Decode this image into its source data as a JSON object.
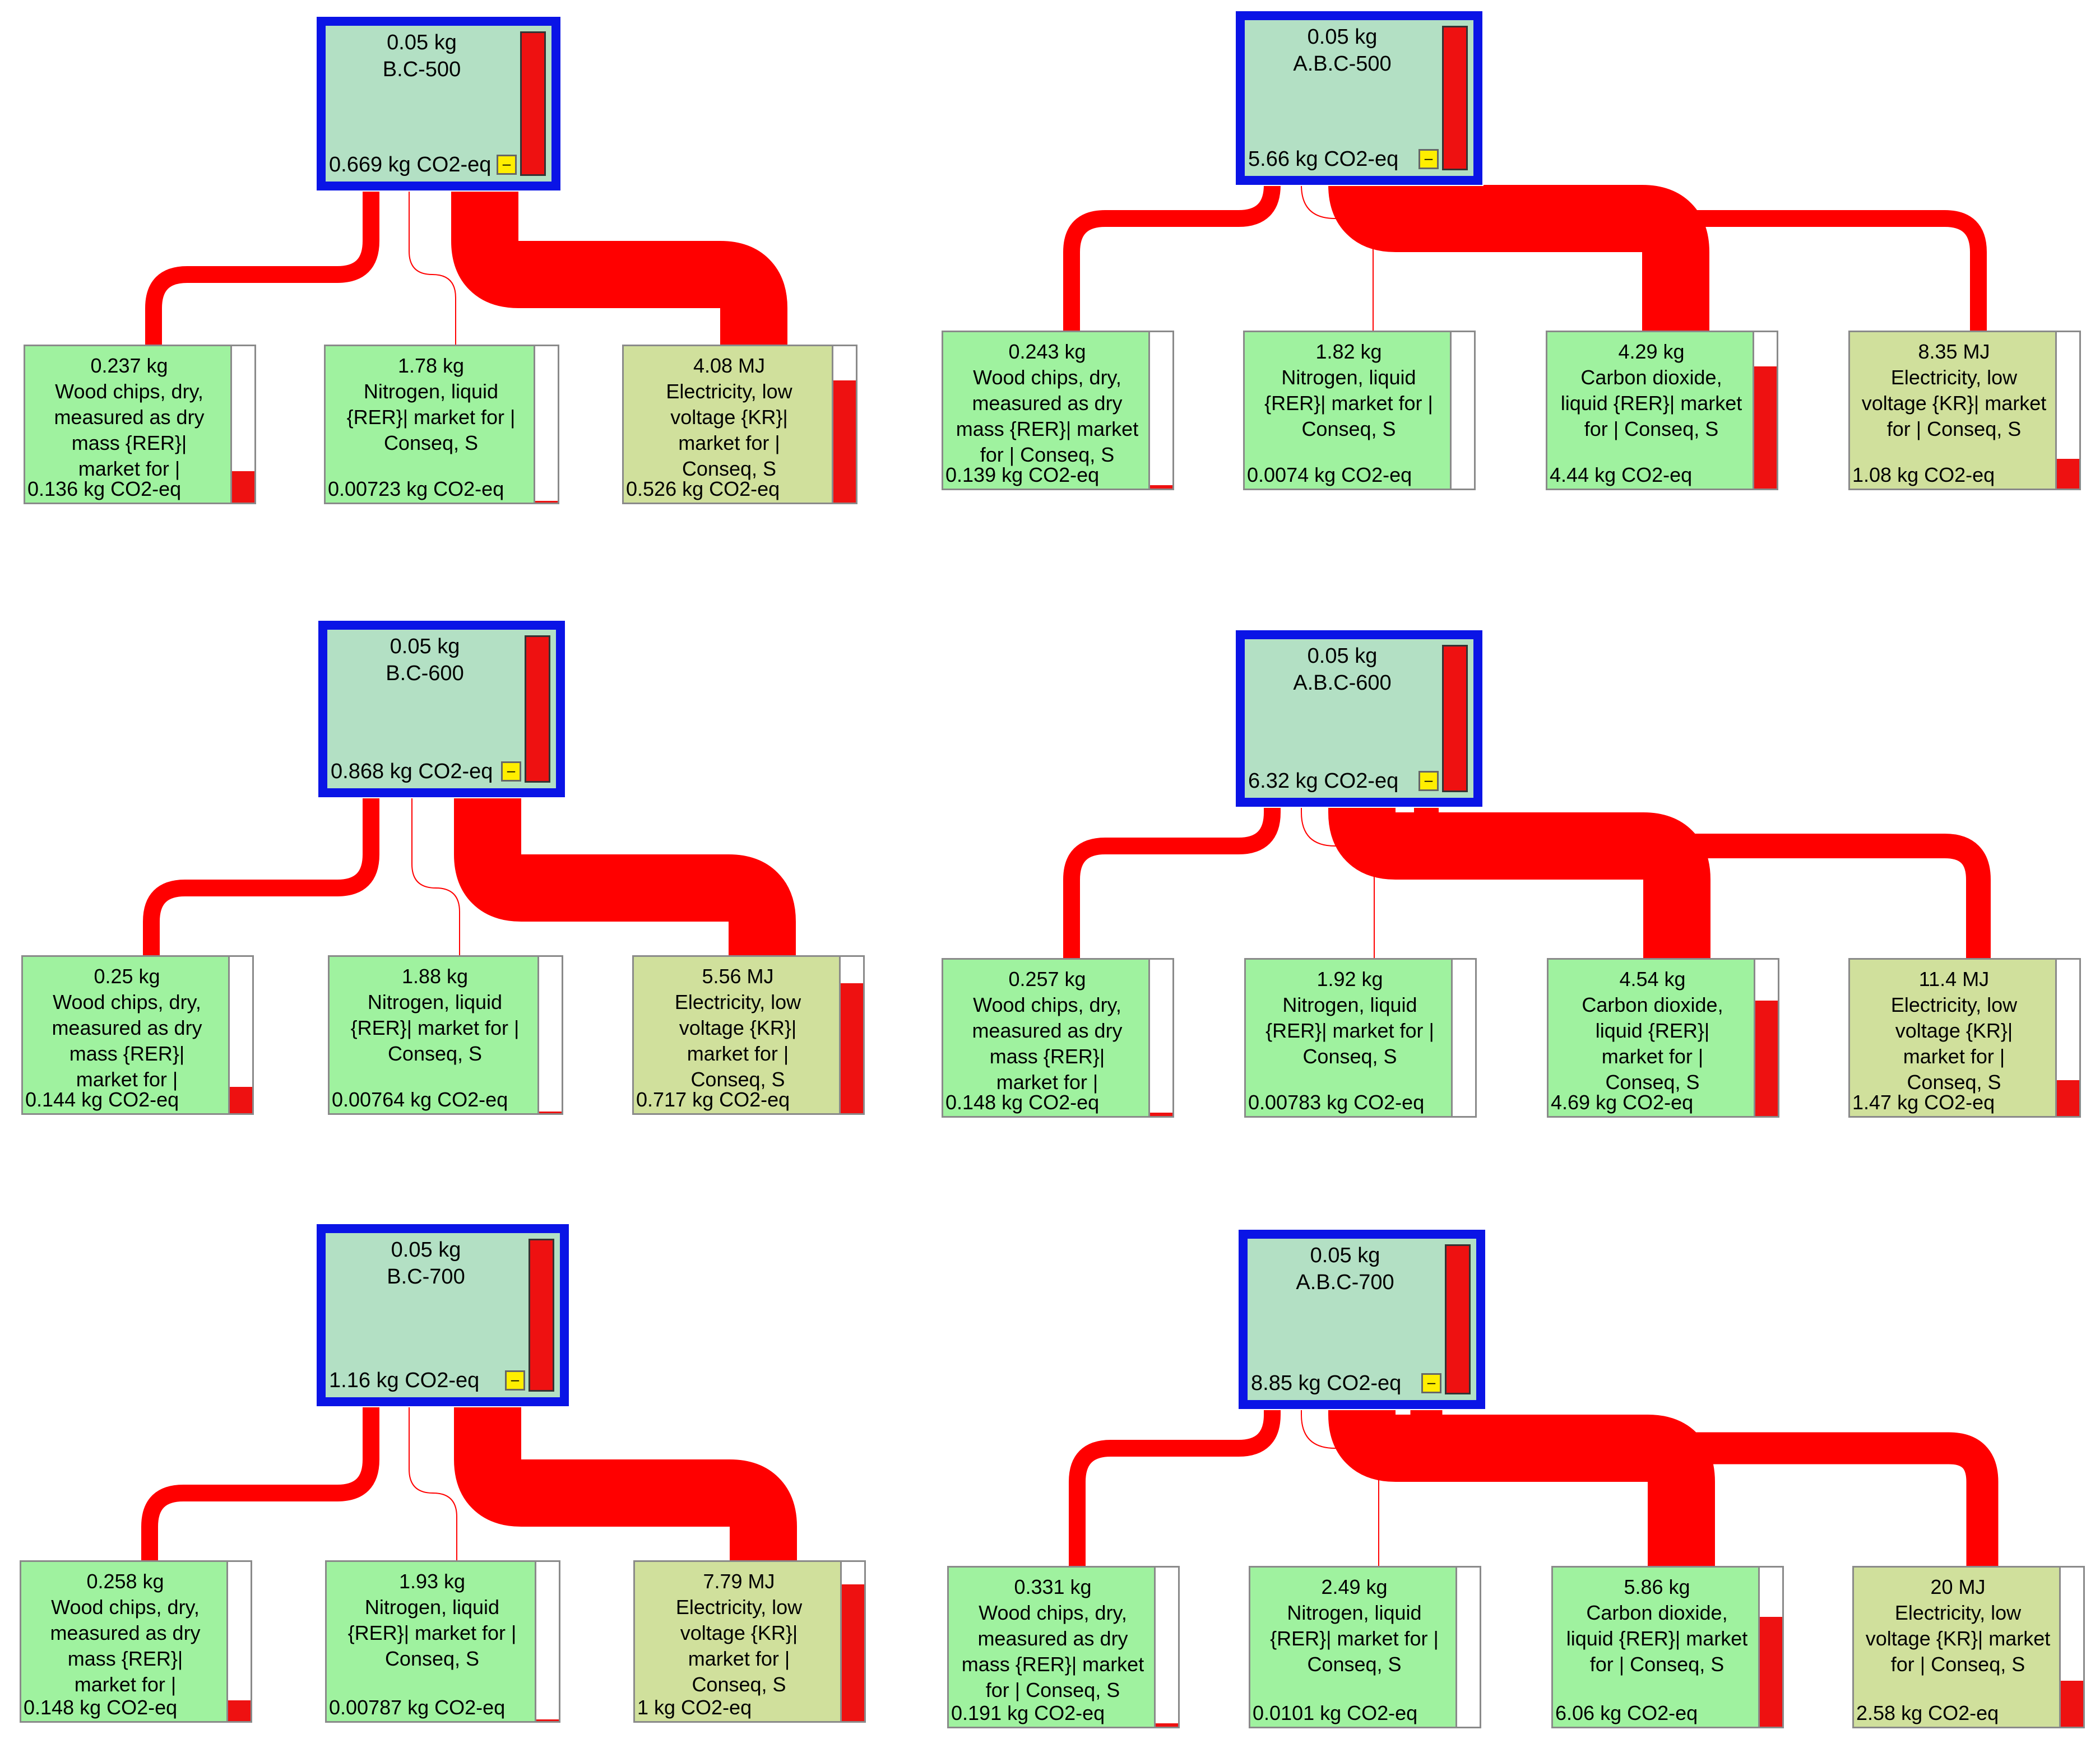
{
  "flow_color": "#ff0000",
  "node_colors": {
    "root_fill": "#b3e0c4",
    "root_border": "#0a14e6",
    "input_fill": "#9ff29f",
    "electricity_fill": "#d0e09c",
    "bar": "#ee1111"
  },
  "icons": {
    "collapse_icon": "minus-icon"
  },
  "trees": [
    {
      "root": {
        "amount": "0.05 kg",
        "name": "B.C-500",
        "impact": "0.669 kg CO2-eq",
        "bar": 1.0,
        "collapse_symbol": "–"
      },
      "children": [
        {
          "amount": "0.237 kg",
          "name": "Wood chips, dry,\nmeasured as dry\nmass {RER}|\nmarket for |",
          "impact": "0.136 kg CO2-eq",
          "bar": 0.2,
          "kind": "green"
        },
        {
          "amount": "1.78 kg",
          "name": "Nitrogen, liquid\n{RER}| market for |\nConseq, S",
          "impact": "0.00723 kg CO2-eq",
          "bar": 0.01,
          "kind": "green"
        },
        {
          "amount": "4.08 MJ",
          "name": "Electricity, low\nvoltage {KR}|\nmarket for |\nConseq, S",
          "impact": "0.526 kg CO2-eq",
          "bar": 0.78,
          "kind": "olive"
        }
      ]
    },
    {
      "root": {
        "amount": "0.05 kg",
        "name": "A.B.C-500",
        "impact": "5.66 kg CO2-eq",
        "bar": 1.0,
        "collapse_symbol": "–"
      },
      "children": [
        {
          "amount": "0.243 kg",
          "name": "Wood chips, dry,\nmeasured as dry\nmass {RER}| market\nfor | Conseq, S",
          "impact": "0.139 kg CO2-eq",
          "bar": 0.02,
          "kind": "green"
        },
        {
          "amount": "1.82 kg",
          "name": "Nitrogen, liquid\n{RER}| market for |\nConseq, S",
          "impact": "0.0074 kg CO2-eq",
          "bar": 0.0,
          "kind": "green"
        },
        {
          "amount": "4.29 kg",
          "name": "Carbon dioxide,\nliquid {RER}| market\nfor | Conseq, S",
          "impact": "4.44 kg CO2-eq",
          "bar": 0.78,
          "kind": "green"
        },
        {
          "amount": "8.35 MJ",
          "name": "Electricity, low\nvoltage {KR}| market\nfor | Conseq, S",
          "impact": "1.08 kg CO2-eq",
          "bar": 0.19,
          "kind": "olive"
        }
      ]
    },
    {
      "root": {
        "amount": "0.05 kg",
        "name": "B.C-600",
        "impact": "0.868 kg CO2-eq",
        "bar": 1.0,
        "collapse_symbol": "–"
      },
      "children": [
        {
          "amount": "0.25 kg",
          "name": "Wood chips, dry,\nmeasured as dry\nmass {RER}|\nmarket for |",
          "impact": "0.144 kg CO2-eq",
          "bar": 0.17,
          "kind": "green"
        },
        {
          "amount": "1.88 kg",
          "name": "Nitrogen, liquid\n{RER}| market for |\nConseq, S",
          "impact": "0.00764 kg CO2-eq",
          "bar": 0.01,
          "kind": "green"
        },
        {
          "amount": "5.56 MJ",
          "name": "Electricity, low\nvoltage {KR}|\nmarket for |\nConseq, S",
          "impact": "0.717 kg CO2-eq",
          "bar": 0.83,
          "kind": "olive"
        }
      ]
    },
    {
      "root": {
        "amount": "0.05 kg",
        "name": "A.B.C-600",
        "impact": "6.32 kg CO2-eq",
        "bar": 1.0,
        "collapse_symbol": "–"
      },
      "children": [
        {
          "amount": "0.257 kg",
          "name": "Wood chips, dry,\nmeasured as dry\nmass {RER}|\nmarket for |",
          "impact": "0.148 kg CO2-eq",
          "bar": 0.02,
          "kind": "green"
        },
        {
          "amount": "1.92 kg",
          "name": "Nitrogen, liquid\n{RER}| market for |\nConseq, S",
          "impact": "0.00783 kg CO2-eq",
          "bar": 0.0,
          "kind": "green"
        },
        {
          "amount": "4.54 kg",
          "name": "Carbon dioxide,\nliquid {RER}|\nmarket for |\nConseq, S",
          "impact": "4.69 kg CO2-eq",
          "bar": 0.74,
          "kind": "green"
        },
        {
          "amount": "11.4 MJ",
          "name": "Electricity, low\nvoltage {KR}|\nmarket for |\nConseq, S",
          "impact": "1.47 kg CO2-eq",
          "bar": 0.23,
          "kind": "olive"
        }
      ]
    },
    {
      "root": {
        "amount": "0.05 kg",
        "name": "B.C-700",
        "impact": "1.16 kg CO2-eq",
        "bar": 1.0,
        "collapse_symbol": "–"
      },
      "children": [
        {
          "amount": "0.258 kg",
          "name": "Wood chips, dry,\nmeasured as dry\nmass {RER}|\nmarket for |",
          "impact": "0.148 kg CO2-eq",
          "bar": 0.13,
          "kind": "green"
        },
        {
          "amount": "1.93 kg",
          "name": "Nitrogen, liquid\n{RER}| market for |\nConseq, S",
          "impact": "0.00787 kg CO2-eq",
          "bar": 0.01,
          "kind": "green"
        },
        {
          "amount": "7.79 MJ",
          "name": "Electricity, low\nvoltage {KR}|\nmarket for |\nConseq, S",
          "impact": "1 kg CO2-eq",
          "bar": 0.86,
          "kind": "olive"
        }
      ]
    },
    {
      "root": {
        "amount": "0.05 kg",
        "name": "A.B.C-700",
        "impact": "8.85 kg CO2-eq",
        "bar": 1.0,
        "collapse_symbol": "–"
      },
      "children": [
        {
          "amount": "0.331 kg",
          "name": "Wood chips, dry,\nmeasured as dry\nmass {RER}| market\nfor | Conseq, S",
          "impact": "0.191 kg CO2-eq",
          "bar": 0.02,
          "kind": "green"
        },
        {
          "amount": "2.49 kg",
          "name": "Nitrogen, liquid\n{RER}| market for |\nConseq, S",
          "impact": "0.0101 kg CO2-eq",
          "bar": 0.0,
          "kind": "green"
        },
        {
          "amount": "5.86 kg",
          "name": "Carbon dioxide,\nliquid {RER}| market\nfor | Conseq, S",
          "impact": "6.06 kg CO2-eq",
          "bar": 0.69,
          "kind": "green"
        },
        {
          "amount": "20 MJ",
          "name": "Electricity, low\nvoltage {KR}| market\nfor | Conseq, S",
          "impact": "2.58 kg CO2-eq",
          "bar": 0.29,
          "kind": "olive"
        }
      ]
    }
  ]
}
